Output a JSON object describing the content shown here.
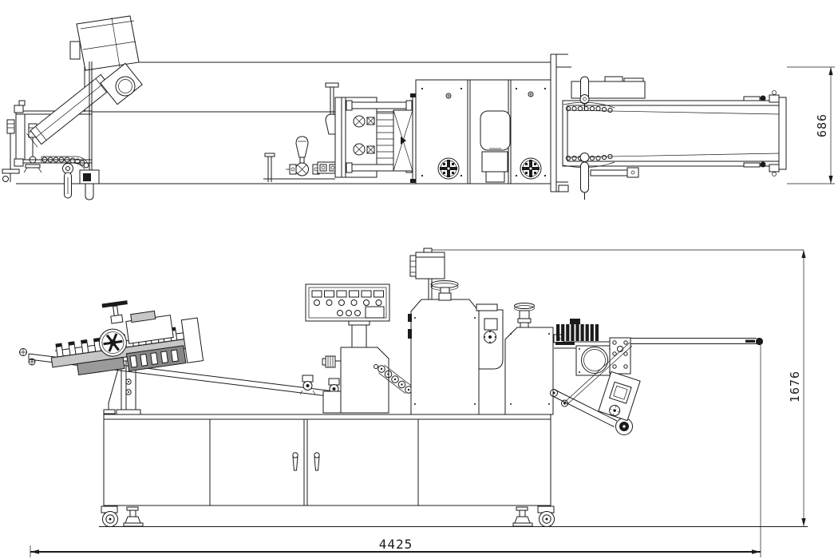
{
  "drawing": {
    "type": "engineering-two-view-drawing",
    "background": "#ffffff",
    "line_color": "#1b1b1b",
    "dimensions": {
      "plan_conveyor_width": {
        "label": "686"
      },
      "elevation_height": {
        "label": "1676"
      },
      "elevation_length": {
        "label": "4425"
      }
    }
  }
}
